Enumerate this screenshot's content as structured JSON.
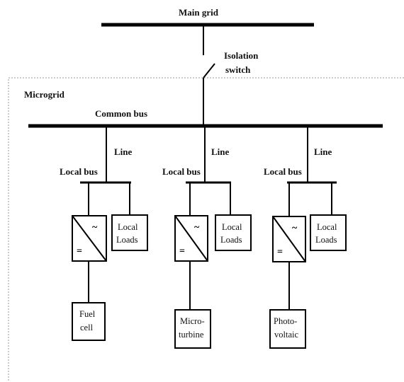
{
  "main_grid_label": "Main grid",
  "isolation_switch_label": [
    "Isolation",
    "switch"
  ],
  "microgrid_label": "Microgrid",
  "common_bus_label": "Common bus",
  "feeders": [
    {
      "line_label": "Line",
      "local_bus_label": "Local bus",
      "loads_label": [
        "Local",
        "Loads"
      ],
      "source_label": [
        "Fuel",
        "cell"
      ]
    },
    {
      "line_label": "Line",
      "local_bus_label": "Local bus",
      "loads_label": [
        "Local",
        "Loads"
      ],
      "source_label": [
        "Micro-",
        "turbine"
      ]
    },
    {
      "line_label": "Line",
      "local_bus_label": "Local bus",
      "loads_label": [
        "Local",
        "Loads"
      ],
      "source_label": [
        "Photo-",
        "voltaic"
      ]
    }
  ],
  "converter_symbols": {
    "ac": "~",
    "dc": "="
  }
}
